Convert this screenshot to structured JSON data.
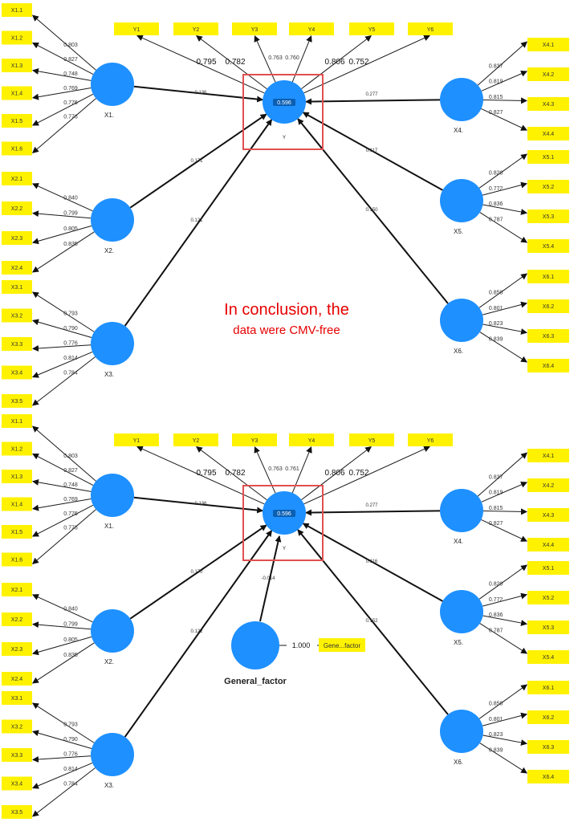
{
  "annotation": {
    "line1": "In conclusion, the",
    "line2": "data were CMV-free"
  },
  "top": {
    "endogenous": {
      "name": "Y",
      "r2": "0.596"
    },
    "y_indicators": [
      {
        "label": "Y1",
        "loading": "0.795"
      },
      {
        "label": "Y2",
        "loading": "0.782"
      },
      {
        "label": "Y3",
        "loading": "0.763"
      },
      {
        "label": "Y4",
        "loading": "0.760"
      },
      {
        "label": "Y5",
        "loading": "0.806"
      },
      {
        "label": "Y6",
        "loading": "0.752"
      }
    ],
    "constructs": [
      {
        "name": "X1.",
        "path": "0.136",
        "indicators": [
          {
            "label": "X1.1",
            "loading": "0.803"
          },
          {
            "label": "X1.2",
            "loading": "0.827"
          },
          {
            "label": "X1.3",
            "loading": "0.748"
          },
          {
            "label": "X1.4",
            "loading": "0.769"
          },
          {
            "label": "X1.5",
            "loading": "0.776"
          },
          {
            "label": "X1.6",
            "loading": "0.776"
          }
        ]
      },
      {
        "name": "X2.",
        "path": "0.171",
        "indicators": [
          {
            "label": "X2.1",
            "loading": "0.840"
          },
          {
            "label": "X2.2",
            "loading": "0.799"
          },
          {
            "label": "X2.3",
            "loading": "0.805"
          },
          {
            "label": "X2.4",
            "loading": "0.835"
          }
        ]
      },
      {
        "name": "X3.",
        "path": "0.121",
        "indicators": [
          {
            "label": "X3.1",
            "loading": "0.793"
          },
          {
            "label": "X3.2",
            "loading": "0.790"
          },
          {
            "label": "X3.3",
            "loading": "0.776"
          },
          {
            "label": "X3.4",
            "loading": "0.814"
          },
          {
            "label": "X3.5",
            "loading": "0.784"
          }
        ]
      },
      {
        "name": "X4.",
        "path": "0.277",
        "indicators": [
          {
            "label": "X4.1",
            "loading": "0.837"
          },
          {
            "label": "X4.2",
            "loading": "0.819"
          },
          {
            "label": "X4.3",
            "loading": "0.815"
          },
          {
            "label": "X4.4",
            "loading": "0.827"
          }
        ]
      },
      {
        "name": "X5.",
        "path": "0.117",
        "indicators": [
          {
            "label": "X5.1",
            "loading": "0.820"
          },
          {
            "label": "X5.2",
            "loading": "0.772"
          },
          {
            "label": "X5.3",
            "loading": "0.836"
          },
          {
            "label": "X5.4",
            "loading": "0.787"
          }
        ]
      },
      {
        "name": "X6.",
        "path": "0.150",
        "indicators": [
          {
            "label": "X6.1",
            "loading": "0.850"
          },
          {
            "label": "X6.2",
            "loading": "0.801"
          },
          {
            "label": "X6.3",
            "loading": "0.823"
          },
          {
            "label": "X6.4",
            "loading": "0.839"
          }
        ]
      }
    ]
  },
  "bottom": {
    "endogenous": {
      "name": "Y",
      "r2": "0.596"
    },
    "y_indicators": [
      {
        "label": "Y1",
        "loading": "0.795"
      },
      {
        "label": "Y2",
        "loading": "0.782"
      },
      {
        "label": "Y3",
        "loading": "0.763"
      },
      {
        "label": "Y4",
        "loading": "0.761"
      },
      {
        "label": "Y5",
        "loading": "0.806"
      },
      {
        "label": "Y6",
        "loading": "0.752"
      }
    ],
    "constructs": [
      {
        "name": "X1.",
        "path": "0.136",
        "indicators": [
          {
            "label": "X1.1",
            "loading": "0.803"
          },
          {
            "label": "X1.2",
            "loading": "0.827"
          },
          {
            "label": "X1.3",
            "loading": "0.748"
          },
          {
            "label": "X1.4",
            "loading": "0.769"
          },
          {
            "label": "X1.5",
            "loading": "0.776"
          },
          {
            "label": "X1.6",
            "loading": "0.776"
          }
        ]
      },
      {
        "name": "X2.",
        "path": "0.170",
        "indicators": [
          {
            "label": "X2.1",
            "loading": "0.840"
          },
          {
            "label": "X2.2",
            "loading": "0.799"
          },
          {
            "label": "X2.3",
            "loading": "0.805"
          },
          {
            "label": "X2.4",
            "loading": "0.835"
          }
        ]
      },
      {
        "name": "X3.",
        "path": "0.122",
        "indicators": [
          {
            "label": "X3.1",
            "loading": "0.793"
          },
          {
            "label": "X3.2",
            "loading": "0.790"
          },
          {
            "label": "X3.3",
            "loading": "0.776"
          },
          {
            "label": "X3.4",
            "loading": "0.814"
          },
          {
            "label": "X3.5",
            "loading": "0.784"
          }
        ]
      },
      {
        "name": "X4.",
        "path": "0.277",
        "indicators": [
          {
            "label": "X4.1",
            "loading": "0.837"
          },
          {
            "label": "X4.2",
            "loading": "0.819"
          },
          {
            "label": "X4.3",
            "loading": "0.815"
          },
          {
            "label": "X4.4",
            "loading": "0.827"
          }
        ]
      },
      {
        "name": "X5.",
        "path": "0.116",
        "indicators": [
          {
            "label": "X5.1",
            "loading": "0.820"
          },
          {
            "label": "X5.2",
            "loading": "0.772"
          },
          {
            "label": "X5.3",
            "loading": "0.836"
          },
          {
            "label": "X5.4",
            "loading": "0.787"
          }
        ]
      },
      {
        "name": "X6.",
        "path": "0.152",
        "indicators": [
          {
            "label": "X6.1",
            "loading": "0.850"
          },
          {
            "label": "X6.2",
            "loading": "0.801"
          },
          {
            "label": "X6.3",
            "loading": "0.823"
          },
          {
            "label": "X6.4",
            "loading": "0.839"
          }
        ]
      }
    ],
    "general_factor": {
      "name": "General_factor",
      "path": "-0.014",
      "loading": "1.000",
      "indicator": "Gene...factor"
    }
  },
  "colors": {
    "latent": "#1e90ff",
    "indicator": "#fff200",
    "highlight": "#e05050",
    "annotation": "#e60000"
  }
}
